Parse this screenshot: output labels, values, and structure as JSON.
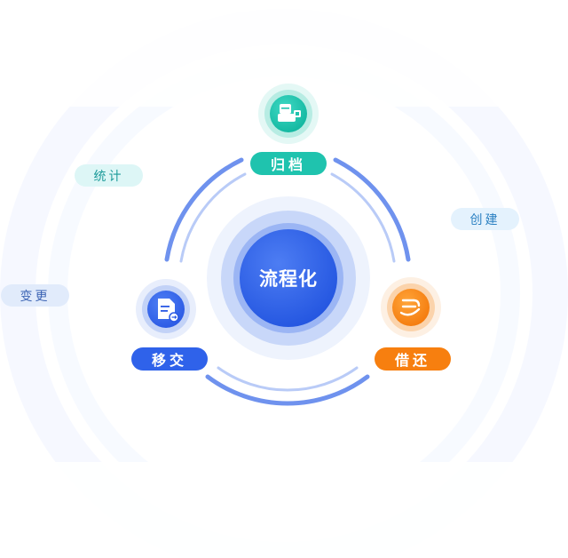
{
  "center": {
    "label": "流程化"
  },
  "stages": [
    {
      "id": "archive",
      "label": "归档",
      "icon": "archive-tray-icon",
      "color": "#1fc3ae"
    },
    {
      "id": "lend-return",
      "label": "借还",
      "icon": "hand-lending-icon",
      "color": "#f77f0f"
    },
    {
      "id": "transfer",
      "label": "移交",
      "icon": "document-transfer-icon",
      "color": "#2f62ea"
    }
  ],
  "outer_tags": [
    {
      "id": "stats",
      "label": "统计",
      "color": "#1d9b9a",
      "bg": "#ddf6f6"
    },
    {
      "id": "create",
      "label": "创建",
      "color": "#2a80c2",
      "bg": "#e4f2fd"
    },
    {
      "id": "change",
      "label": "变更",
      "color": "#3c64b4",
      "bg": "#e1ebfb"
    }
  ]
}
